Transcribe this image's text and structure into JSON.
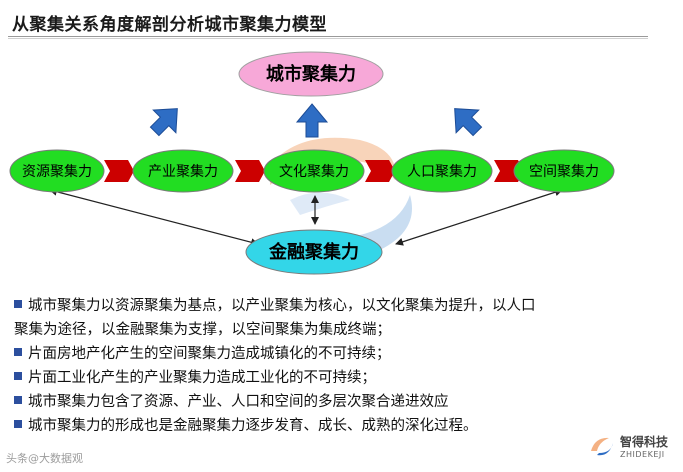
{
  "title": "从聚集关系角度解剖分析城市聚集力模型",
  "nodes": {
    "top": "城市聚集力",
    "resource": "资源聚集力",
    "industry": "产业聚集力",
    "culture": "文化聚集力",
    "population": "人口聚集力",
    "space": "空间聚集力",
    "finance": "金融聚集力"
  },
  "bullets": {
    "b1_line1": "城市聚集力以资源聚集为基点，以产业聚集为核心，以文化聚集为提升，以人口",
    "b1_line2": "聚集为途径，以金融聚集为支撑，以空间聚集为集成终端；",
    "b2": "片面房地产化产生的空间聚集力造成城镇化的不可持续；",
    "b3": "片面工业化产生的产业聚集力造成工业化的不可持续；",
    "b4": "城市聚集力包含了资源、产业、人口和空间的多层次聚合递进效应",
    "b5": "城市聚集力的形成也是金融聚集力逐步发育、成长、成熟的深化过程。"
  },
  "watermark": {
    "left": "头条@大数据观",
    "brand": "智得科技",
    "brand_en": "ZHIDEKEJI"
  },
  "colors": {
    "green_node": "#22dd22",
    "pink_node": "#f7a8d8",
    "cyan_node": "#33d6e8",
    "arrow_blue": "#2e6dc4",
    "bullet": "#2c4f9e"
  }
}
